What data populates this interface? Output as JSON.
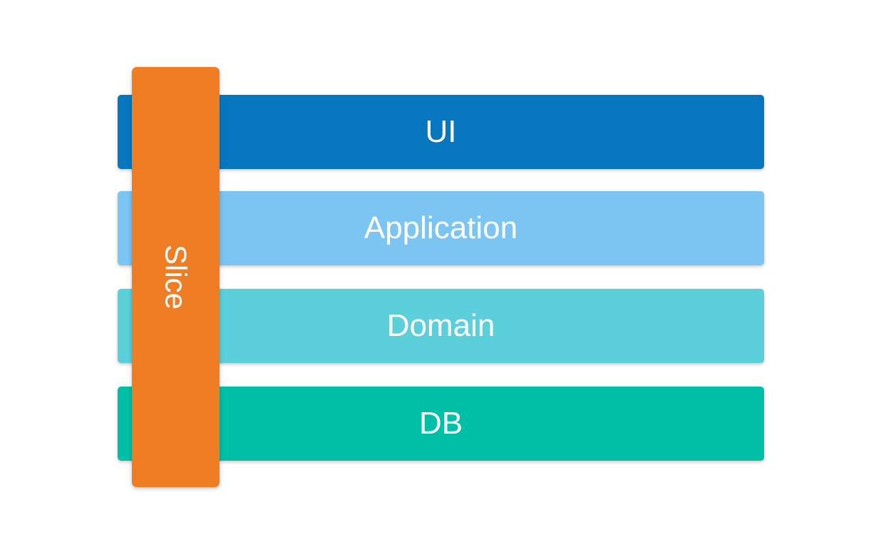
{
  "diagram": {
    "background_color": "#ffffff",
    "text_color": "#ffffff",
    "slice": {
      "label": "Slice",
      "color": "#ee7d23"
    },
    "layers": [
      {
        "label": "UI",
        "color": "#0677bf"
      },
      {
        "label": "Application",
        "color": "#7cc4f1"
      },
      {
        "label": "Domain",
        "color": "#5bd0da"
      },
      {
        "label": "DB",
        "color": "#00bfa7"
      }
    ]
  }
}
